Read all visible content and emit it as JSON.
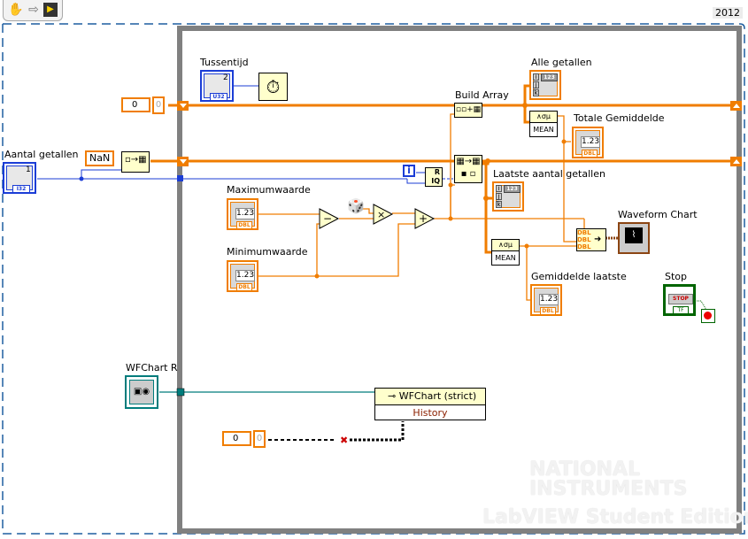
{
  "window": {
    "version": "2012"
  },
  "toolbar": {
    "tools": [
      {
        "name": "hand-tool-icon",
        "glyph": "✋"
      },
      {
        "name": "arrow-tool-icon",
        "glyph": "⇨"
      },
      {
        "name": "run-vi-icon",
        "glyph": "▶"
      }
    ]
  },
  "controls": {
    "aantal_getallen": {
      "label": "Aantal getallen",
      "value": "1",
      "type": "I32"
    },
    "tussentijd": {
      "label": "Tussentijd",
      "value": "2",
      "type": "U32"
    },
    "maximumwaarde": {
      "label": "Maximumwaarde",
      "value": "1.23",
      "type": "DBL"
    },
    "minimumwaarde": {
      "label": "Minimumwaarde",
      "value": "1.23",
      "type": "DBL"
    },
    "stop": {
      "label": "Stop",
      "button_text": "STOP",
      "type": "TF"
    },
    "wfchart_ref": {
      "label": "WFChart R"
    }
  },
  "indicators": {
    "alle_getallen": {
      "label": "Alle getallen",
      "display": "123",
      "type": "DBL"
    },
    "totale_gemiddelde": {
      "label": "Totale Gemiddelde",
      "value": "1.23",
      "type": "DBL"
    },
    "laatste_aantal_getallen": {
      "label": "Laatste aantal getallen",
      "display": "123",
      "type": "DBL"
    },
    "gemiddelde_laatste": {
      "label": "Gemiddelde laatste",
      "value": "1.23",
      "type": "DBL"
    },
    "waveform_chart": {
      "label": "Waveform Chart"
    }
  },
  "constants": {
    "nan_const": "NaN",
    "init_shift_top": "0",
    "init_shift_top_ind": "0",
    "history_const": "0",
    "history_const_ind": "0",
    "iteration": "i"
  },
  "nodes": {
    "build_array": {
      "label": "Build Array"
    },
    "mean_total": {
      "symbol": "∧σμ",
      "text": "MEAN"
    },
    "mean_last": {
      "symbol": "∧σμ",
      "text": "MEAN"
    },
    "quotient": {
      "top": "R",
      "bottom": "IQ"
    },
    "property_node": {
      "title": "WFChart (strict)",
      "property": "History"
    },
    "bundle_labels": [
      "DBL",
      "DBL",
      "DBL"
    ]
  },
  "watermark": {
    "line1": "NATIONAL",
    "line2": "INSTRUMENTS",
    "line3": "LabVIEW Student Edition"
  },
  "colors": {
    "dbl_wire": "#f07d00",
    "int_wire": "#1b3dd6",
    "ref_wire": "#007c7c",
    "bool_wire": "#006400",
    "while_loop": "#808080",
    "diagram_border": "#1f5fa0"
  }
}
